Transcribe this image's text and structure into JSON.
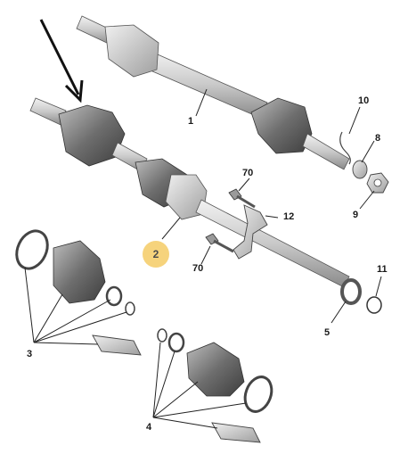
{
  "labels": {
    "l1": "1",
    "l2": "2",
    "l3": "3",
    "l4": "4",
    "l5": "5",
    "l8": "8",
    "l9": "9",
    "l10": "10",
    "l11": "11",
    "l12": "12",
    "l70_top": "70",
    "l70_bottom": "70"
  },
  "colors": {
    "highlight": "#f6d37c",
    "part_fill": "#d9d9d9",
    "part_dark": "#6b6b6b",
    "outline": "#2a2a2a"
  }
}
